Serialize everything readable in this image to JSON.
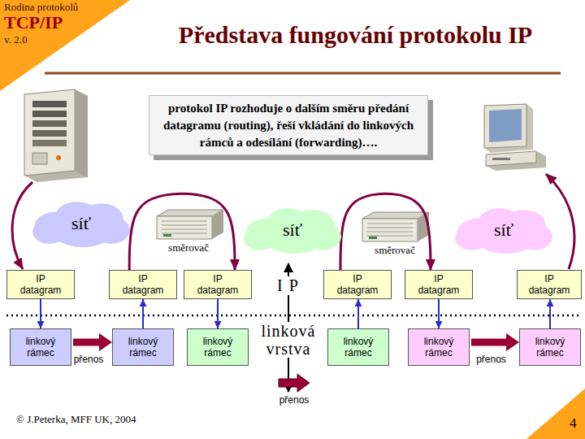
{
  "diagram": {
    "title": "Představa fungování protokolu IP",
    "nodes": [
      {
        "text": [
          "protokol IP rozhoduje o dalším směru předání datagramu (routing), řeší vkládání do linkových rámců a odesílání (forwarding)…."
        ]
      },
      {
        "text": [
          "síť"
        ]
      },
      {
        "text": [
          "síť"
        ]
      },
      {
        "text": [
          "síť"
        ]
      },
      {
        "text": [
          "IP datagram"
        ]
      },
      {
        "text": [
          "IP datagram"
        ]
      },
      {
        "text": [
          "IP datagram"
        ]
      },
      {
        "text": [
          "IP datagram"
        ]
      },
      {
        "text": [
          "IP datagram"
        ]
      },
      {
        "text": [
          "IP datagram"
        ]
      },
      {
        "text": [
          "linkový rámec"
        ]
      },
      {
        "text": [
          "linkový rámec"
        ]
      },
      {
        "text": [
          "linkový rámec"
        ]
      },
      {
        "text": [
          "linkový rámec"
        ]
      },
      {
        "text": [
          "linkový rámec"
        ]
      },
      {
        "text": [
          "linkový rámec"
        ]
      }
    ],
    "edges": [
      {
        "from": 4,
        "to": 10,
        "arrow": "to"
      },
      {
        "from": 10,
        "to": 11,
        "label": "přenos",
        "arrow": "to"
      },
      {
        "from": 11,
        "to": 5,
        "arrow": "to"
      },
      {
        "from": 5,
        "to": 6,
        "arrow": "to"
      },
      {
        "from": 6,
        "to": 12,
        "arrow": "to"
      },
      {
        "from": 13,
        "to": 7,
        "arrow": "to"
      },
      {
        "from": 7,
        "to": 8,
        "arrow": "to"
      },
      {
        "from": 8,
        "to": 14,
        "arrow": "to"
      },
      {
        "from": 14,
        "to": 15,
        "label": "přenos",
        "arrow": "to"
      },
      {
        "from": 15,
        "to": 9,
        "arrow": "to"
      }
    ],
    "labels": [
      "Rodina protokolů",
      "TCP/IP",
      "v. 2.0",
      "směrovač",
      "směrovač",
      "IP",
      "linková vrstva",
      "přenos",
      "© J.Peterka, MFF UK, 2004",
      "4"
    ]
  }
}
